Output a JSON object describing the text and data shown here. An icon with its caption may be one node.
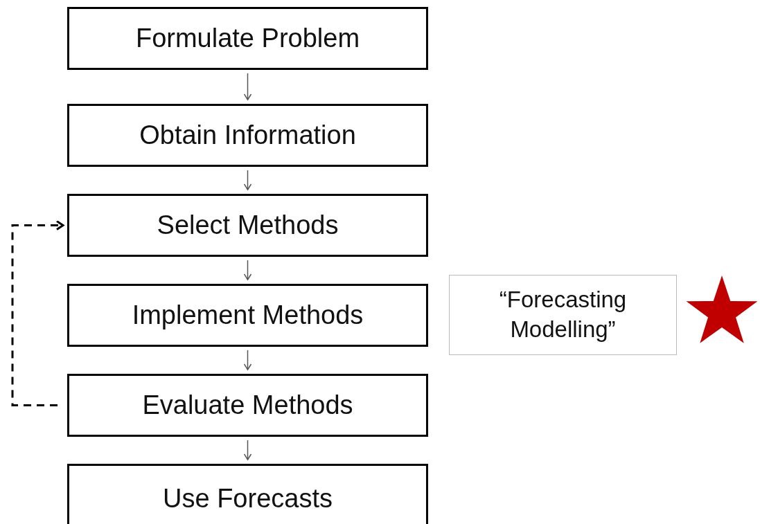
{
  "diagram": {
    "nodes": [
      {
        "text": [
          "Formulate Problem"
        ]
      },
      {
        "text": [
          "Obtain Information"
        ]
      },
      {
        "text": [
          "Select Methods"
        ]
      },
      {
        "text": [
          "Implement Methods"
        ]
      },
      {
        "text": [
          "Evaluate Methods"
        ]
      },
      {
        "text": [
          "Use Forecasts"
        ]
      },
      {
        "text": [
          "“Forecasting Modelling”"
        ]
      }
    ],
    "edges": [
      {
        "from": 0,
        "to": 1,
        "arrow": "to"
      },
      {
        "from": 1,
        "to": 2,
        "arrow": "to"
      },
      {
        "from": 2,
        "to": 3,
        "arrow": "to"
      },
      {
        "from": 3,
        "to": 4,
        "arrow": "to"
      },
      {
        "from": 4,
        "to": 5,
        "arrow": "to"
      },
      {
        "from": 4,
        "to": 2,
        "arrow": "to",
        "style": "dashed",
        "color": "#000000"
      }
    ]
  }
}
